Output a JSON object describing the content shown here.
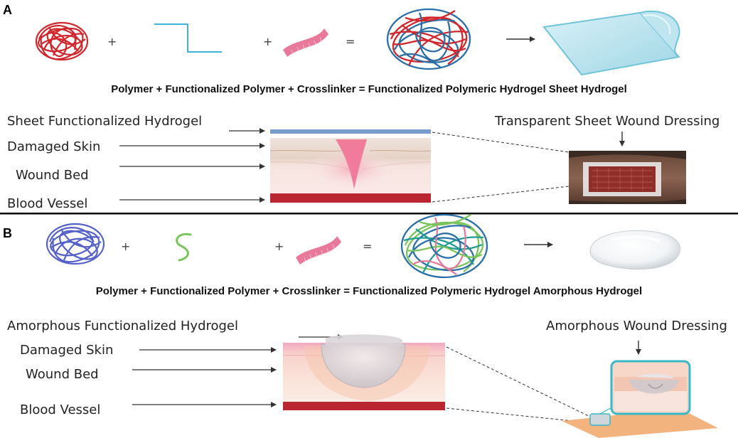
{
  "panel_a": {
    "letter": "A",
    "plus_1": "+",
    "plus_2": "+",
    "equals": "=",
    "equation": "Polymer + Functionalized Polymer + Crosslinker = Functionalized Polymeric Hydrogel Sheet Hydrogel",
    "labels": {
      "sheet": "Sheet Functionalized Hydrogel",
      "damaged_skin": "Damaged Skin",
      "wound_bed": "Wound Bed",
      "blood_vessel": "Blood Vessel"
    },
    "dressing_title": "Transparent Sheet Wound Dressing",
    "colors": {
      "polymer": "#d0262c",
      "functionalized": "#3fb4d8",
      "crosslinker": "#e8799a",
      "sheet": "#7a9ccc"
    }
  },
  "panel_b": {
    "letter": "B",
    "plus_1": "+",
    "plus_2": "+",
    "equals": "=",
    "equation": "Polymer + Functionalized Polymer + Crosslinker = Functionalized Polymeric Hydrogel Amorphous Hydrogel",
    "labels": {
      "amorphous": "Amorphous Functionalized Hydrogel",
      "damaged_skin": "Damaged Skin",
      "wound_bed": "Wound Bed",
      "blood_vessel": "Blood Vessel"
    },
    "dressing_title": "Amorphous Wound Dressing",
    "colors": {
      "polymer": "#5561c9",
      "functionalized": "#7ac55b",
      "crosslinker": "#e8799a",
      "frame": "#39b9c6"
    }
  }
}
